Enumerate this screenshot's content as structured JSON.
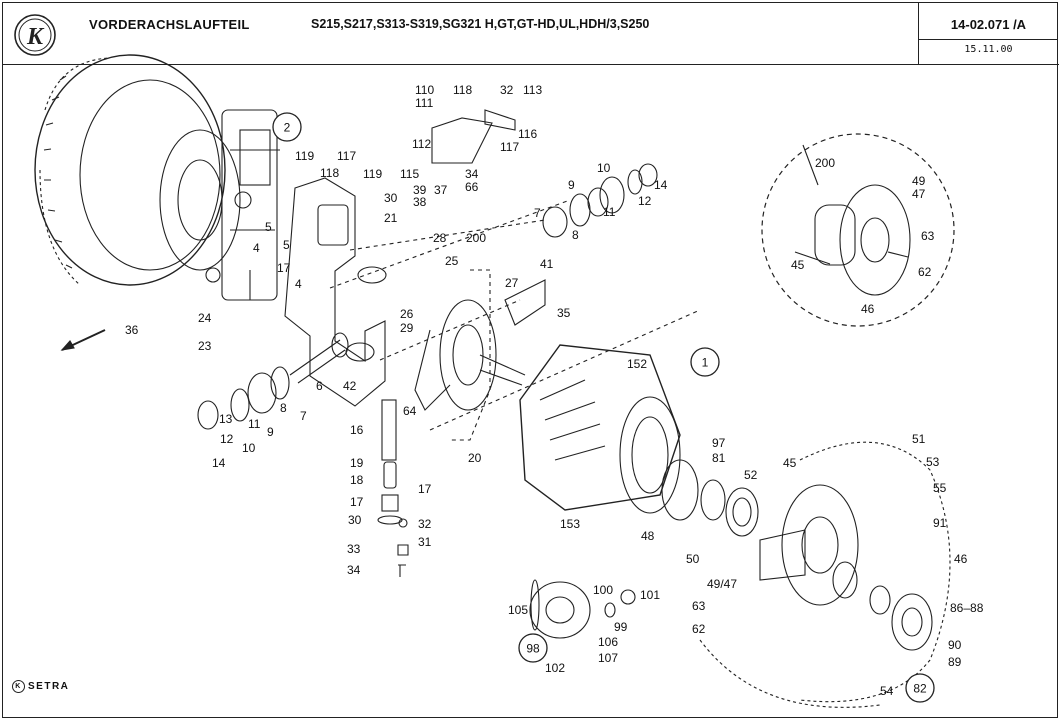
{
  "header": {
    "logo_letter": "K",
    "title": "VORDERACHSLAUFTEIL",
    "models": "S215,S217,S313-S319,SG321 H,GT,GT-HD,UL,HDH/3,S250",
    "code": "14-02.071 /A",
    "date": "15.11.00"
  },
  "footer": {
    "brand": "SETRA"
  },
  "callouts": [
    "2",
    "1",
    "98",
    "82"
  ],
  "labels": [
    "110",
    "111",
    "118",
    "32",
    "113",
    "116",
    "112",
    "117",
    "34",
    "66",
    "119",
    "117",
    "119",
    "118",
    "30",
    "39",
    "38",
    "37",
    "115",
    "21",
    "5",
    "17",
    "4",
    "5",
    "4",
    "36",
    "24",
    "23",
    "28",
    "200",
    "25",
    "10",
    "9",
    "11",
    "14",
    "12",
    "7",
    "8",
    "41",
    "27",
    "26",
    "29",
    "35",
    "152",
    "42",
    "6",
    "8",
    "7",
    "13",
    "11",
    "9",
    "12",
    "10",
    "14",
    "64",
    "16",
    "20",
    "19",
    "18",
    "17",
    "17",
    "30",
    "32",
    "31",
    "33",
    "34",
    "97",
    "81",
    "45",
    "52",
    "153",
    "48",
    "50",
    "49/47",
    "51",
    "53",
    "55",
    "91",
    "46",
    "63",
    "62",
    "86–88",
    "90",
    "89",
    "54",
    "100",
    "101",
    "105",
    "99",
    "106",
    "107",
    "102",
    "200",
    "49",
    "47",
    "45",
    "63",
    "62",
    "46"
  ]
}
